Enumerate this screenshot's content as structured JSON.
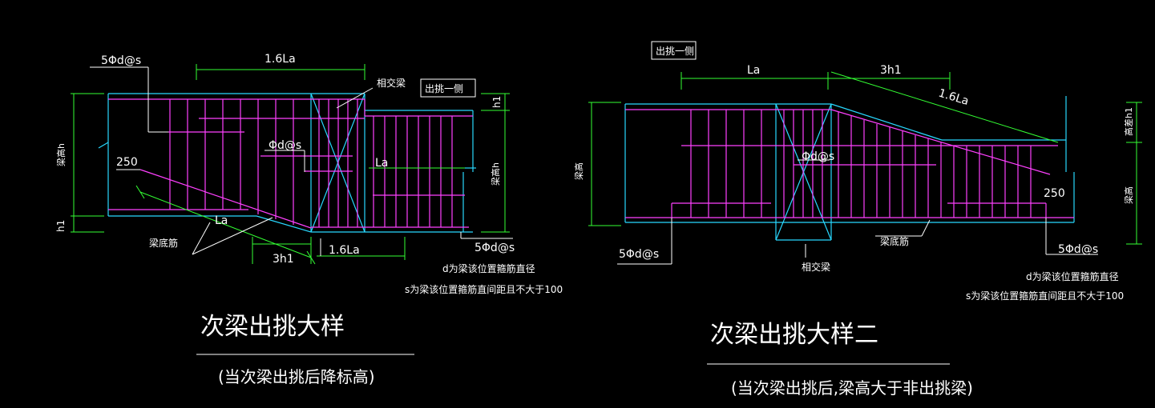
{
  "colors": {
    "background": "#000000",
    "rebar": "#ff40ff",
    "beam_outline": "#28d8ff",
    "dimension": "#33ff33",
    "text": "#ffffff"
  },
  "detail1": {
    "title": "次梁出挑大样",
    "subtitle": "(当次梁出挑后降标高)",
    "labels": {
      "stirrup_left": "5Φd@s",
      "stirrup_right": "5Φd@s",
      "stirrup_mid": "Φd@s",
      "intersect_beam": "相交梁",
      "cantilever_side": "出挑一侧",
      "beam_bottom_bar": "梁底筋",
      "dim_top": "1.6La",
      "dim_la_right": "La",
      "dim_la_slant": "La",
      "dim_250": "250",
      "dim_3h1": "3h1",
      "dim_bottom_16la": "1.6La",
      "dim_h1_top": "h1",
      "dim_h1_left": "h1",
      "dim_beam_h_left": "梁高h",
      "dim_beam_h_right": "梁高h",
      "note_d": "d为梁该位置箍筋直径",
      "note_s": "s为梁该位置箍筋直间距且不大于100"
    }
  },
  "detail2": {
    "title": "次梁出挑大样二",
    "subtitle": "(当次梁出挑后,梁高大于非出挑梁)",
    "labels": {
      "cantilever_side": "出挑一侧",
      "dim_la": "La",
      "dim_3h1": "3h1",
      "dim_16la": "1.6La",
      "stirrup_mid": "Φd@s",
      "dim_250": "250",
      "stirrup_left": "5Φd@s",
      "stirrup_right": "5Φd@s",
      "intersect_beam": "相交梁",
      "beam_bottom_bar": "梁底筋",
      "dim_beam_h_left": "梁高",
      "dim_beam_h_right": "梁高",
      "dim_h1_right": "高差h1",
      "note_d": "d为梁该位置箍筋直径",
      "note_s": "s为梁该位置箍筋直间距且不大于100"
    }
  }
}
